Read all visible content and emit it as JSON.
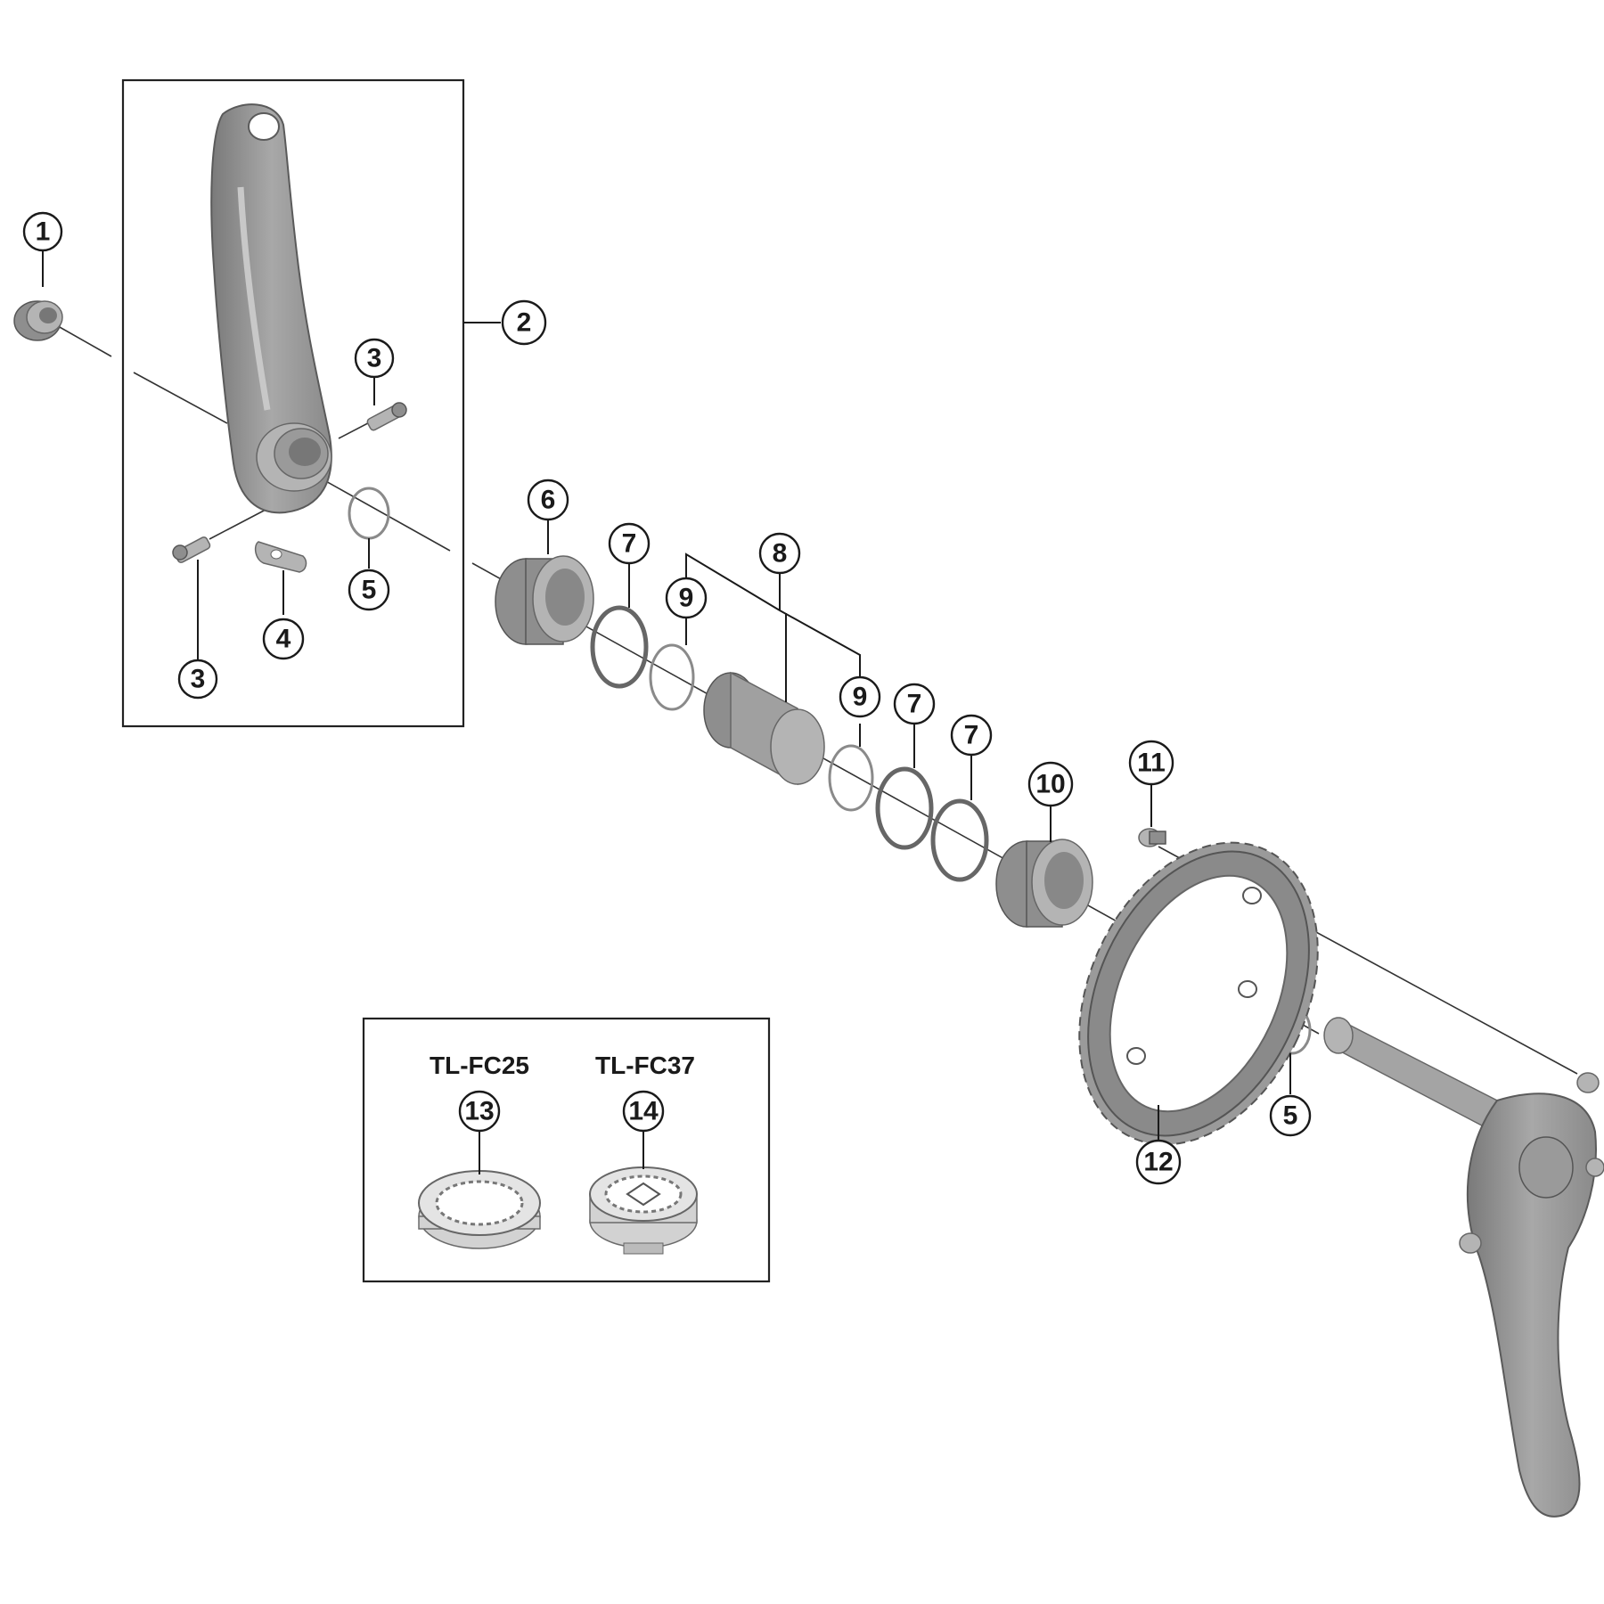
{
  "callouts": [
    {
      "id": "c1",
      "label": "1"
    },
    {
      "id": "c2",
      "label": "2"
    },
    {
      "id": "c3a",
      "label": "3"
    },
    {
      "id": "c3b",
      "label": "3"
    },
    {
      "id": "c4",
      "label": "4"
    },
    {
      "id": "c5a",
      "label": "5"
    },
    {
      "id": "c5b",
      "label": "5"
    },
    {
      "id": "c6",
      "label": "6"
    },
    {
      "id": "c7a",
      "label": "7"
    },
    {
      "id": "c7b",
      "label": "7"
    },
    {
      "id": "c7c",
      "label": "7"
    },
    {
      "id": "c8",
      "label": "8"
    },
    {
      "id": "c9a",
      "label": "9"
    },
    {
      "id": "c9b",
      "label": "9"
    },
    {
      "id": "c10",
      "label": "10"
    },
    {
      "id": "c11",
      "label": "11"
    },
    {
      "id": "c12",
      "label": "12"
    },
    {
      "id": "c13",
      "label": "13"
    },
    {
      "id": "c14",
      "label": "14"
    }
  ],
  "tools": {
    "tool_a": "TL-FC25",
    "tool_b": "TL-FC37"
  },
  "colors": {
    "part_dark": "#8e8e8e",
    "part_mid": "#b4b4b4",
    "line": "#1a1a1a"
  }
}
